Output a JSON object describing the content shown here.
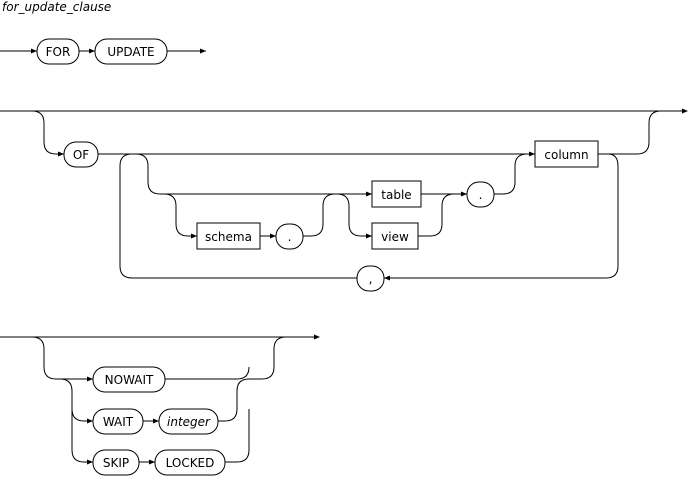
{
  "title": "for_update_clause",
  "keywords": {
    "for": "FOR",
    "update": "UPDATE",
    "of": "OF",
    "nowait": "NOWAIT",
    "wait": "WAIT",
    "skip": "SKIP",
    "locked": "LOCKED"
  },
  "nonterminals": {
    "schema": "schema",
    "table": "table",
    "view": "view",
    "column": "column",
    "integer": "integer"
  },
  "symbols": {
    "dot_schema": ".",
    "dot_table": ".",
    "comma": ","
  }
}
